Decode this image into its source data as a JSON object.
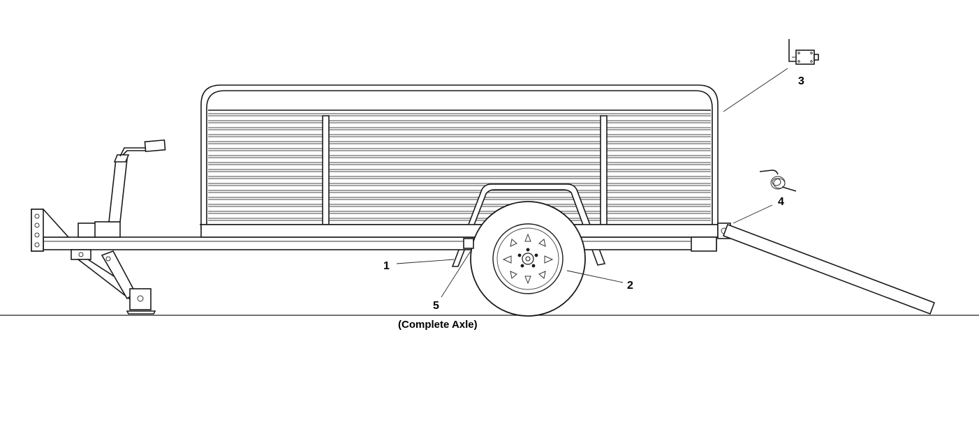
{
  "callouts": {
    "part_1": "1",
    "part_2": "2",
    "part_3": "3",
    "part_4": "4",
    "part_5": "5"
  },
  "caption": "(Complete Axle)",
  "colors": {
    "line": "#1a1a1a",
    "background": "#ffffff"
  }
}
